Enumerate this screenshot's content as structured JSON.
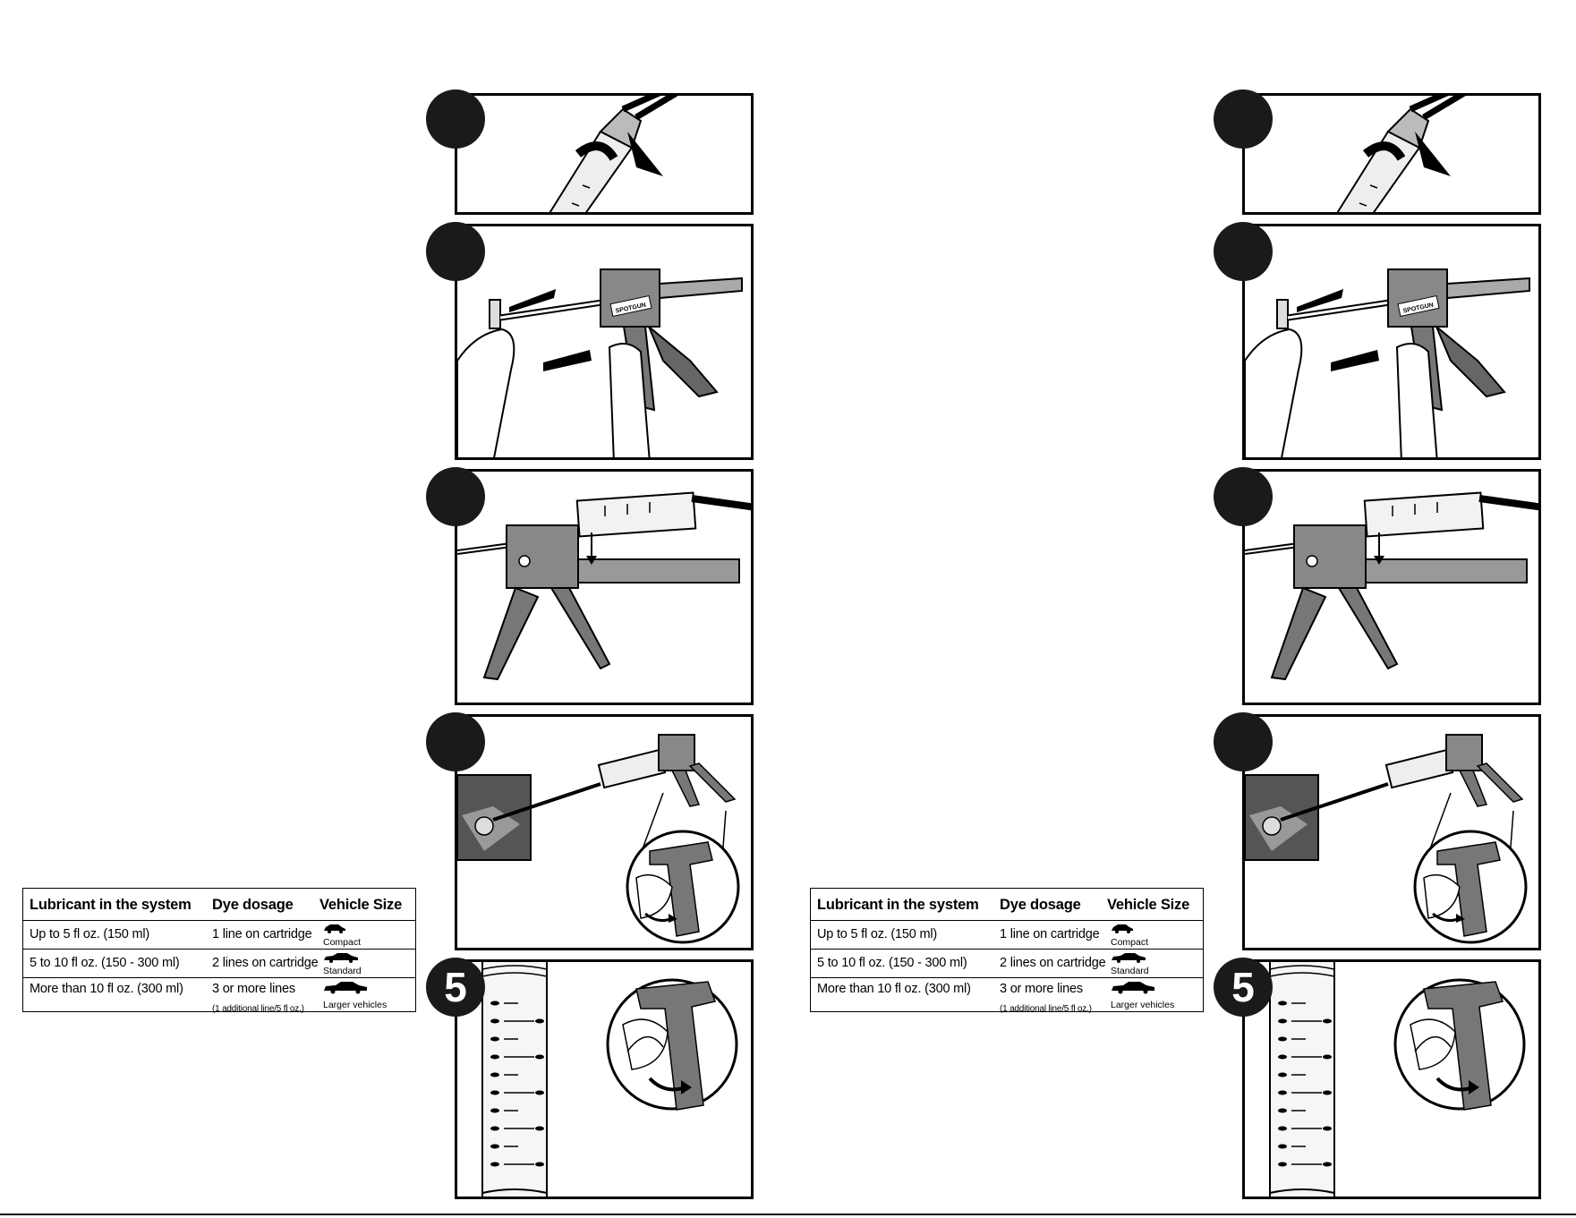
{
  "sheets": [
    {
      "table": {
        "headers": [
          "Lubricant in the system",
          "Dye dosage",
          "Vehicle Size"
        ],
        "rows": [
          {
            "lubricant": "Up to 5 fl oz. (150 ml)",
            "dosage": "1 line on cartridge",
            "note": "",
            "vehicle": "Compact"
          },
          {
            "lubricant": "5 to 10 fl oz. (150 - 300 ml)",
            "dosage": "2 lines on cartridge",
            "note": "",
            "vehicle": "Standard"
          },
          {
            "lubricant": "More than 10 fl oz. (300 ml)",
            "dosage": "3 or more lines",
            "note": "(1 additional line/5 fl oz.)",
            "vehicle": "Larger vehicles"
          }
        ]
      },
      "steps": [
        "",
        "",
        "",
        "",
        "5"
      ],
      "brand_mark": "SPOTGUN"
    },
    {
      "table": {
        "headers": [
          "Lubricant in the system",
          "Dye dosage",
          "Vehicle Size"
        ],
        "rows": [
          {
            "lubricant": "Up to 5 fl oz. (150 ml)",
            "dosage": "1 line on cartridge",
            "note": "",
            "vehicle": "Compact"
          },
          {
            "lubricant": "5 to 10 fl oz. (150 - 300 ml)",
            "dosage": "2 lines on cartridge",
            "note": "",
            "vehicle": "Standard"
          },
          {
            "lubricant": "More than 10 fl oz. (300 ml)",
            "dosage": "3 or more lines",
            "note": "(1 additional line/5 fl oz.)",
            "vehicle": "Larger vehicles"
          }
        ]
      },
      "steps": [
        "",
        "",
        "",
        "",
        "5"
      ],
      "brand_mark": "SPOTGUN"
    }
  ],
  "footer": ""
}
